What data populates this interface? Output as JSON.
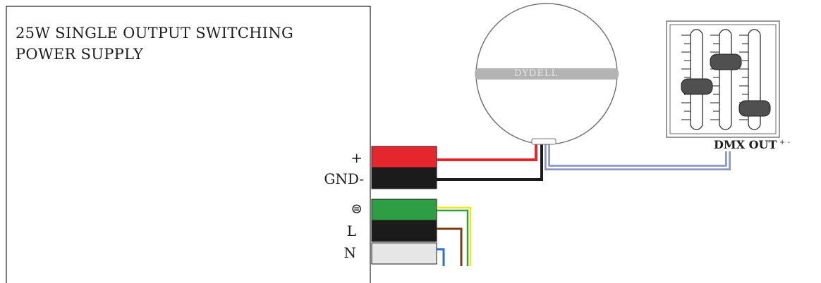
{
  "power_supply": {
    "title_line1": "25W SINGLE OUTPUT SWITCHING",
    "title_line2": "POWER SUPPLY",
    "terminals": {
      "positive": "+",
      "negative": "GND-",
      "ground": "⊜",
      "line": "L",
      "neutral": "N"
    }
  },
  "light_fixture": {
    "brand": "DYDELL"
  },
  "controller": {
    "polarity": "+ -",
    "output_label": "DMX OUT"
  },
  "colors": {
    "positive_wire": "#e5272d",
    "negative_wire": "#1b1b1b",
    "ground_terminal": "#2e9e45",
    "neutral_terminal": "#e6e6e6",
    "dmx_cable": "#8c98c4",
    "earth_wire_yellow": "#f2e21a",
    "earth_wire_green": "#2e9e45",
    "line_wire": "#7a3e10",
    "neutral_wire": "#2a6ed1"
  }
}
